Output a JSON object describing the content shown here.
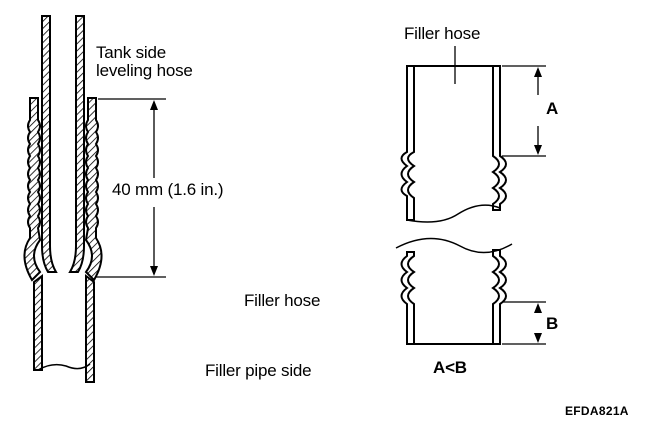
{
  "labels": {
    "tank_side_leveling_hose": "Tank side\nleveling hose",
    "dimension": "40 mm (1.6 in.)",
    "filler_hose_left": "Filler hose",
    "filler_pipe_side": "Filler pipe side",
    "filler_hose_right": "Filler hose",
    "dim_a": "A",
    "dim_b": "B",
    "relation": "A<B",
    "figure_code": "EFDA821A"
  }
}
